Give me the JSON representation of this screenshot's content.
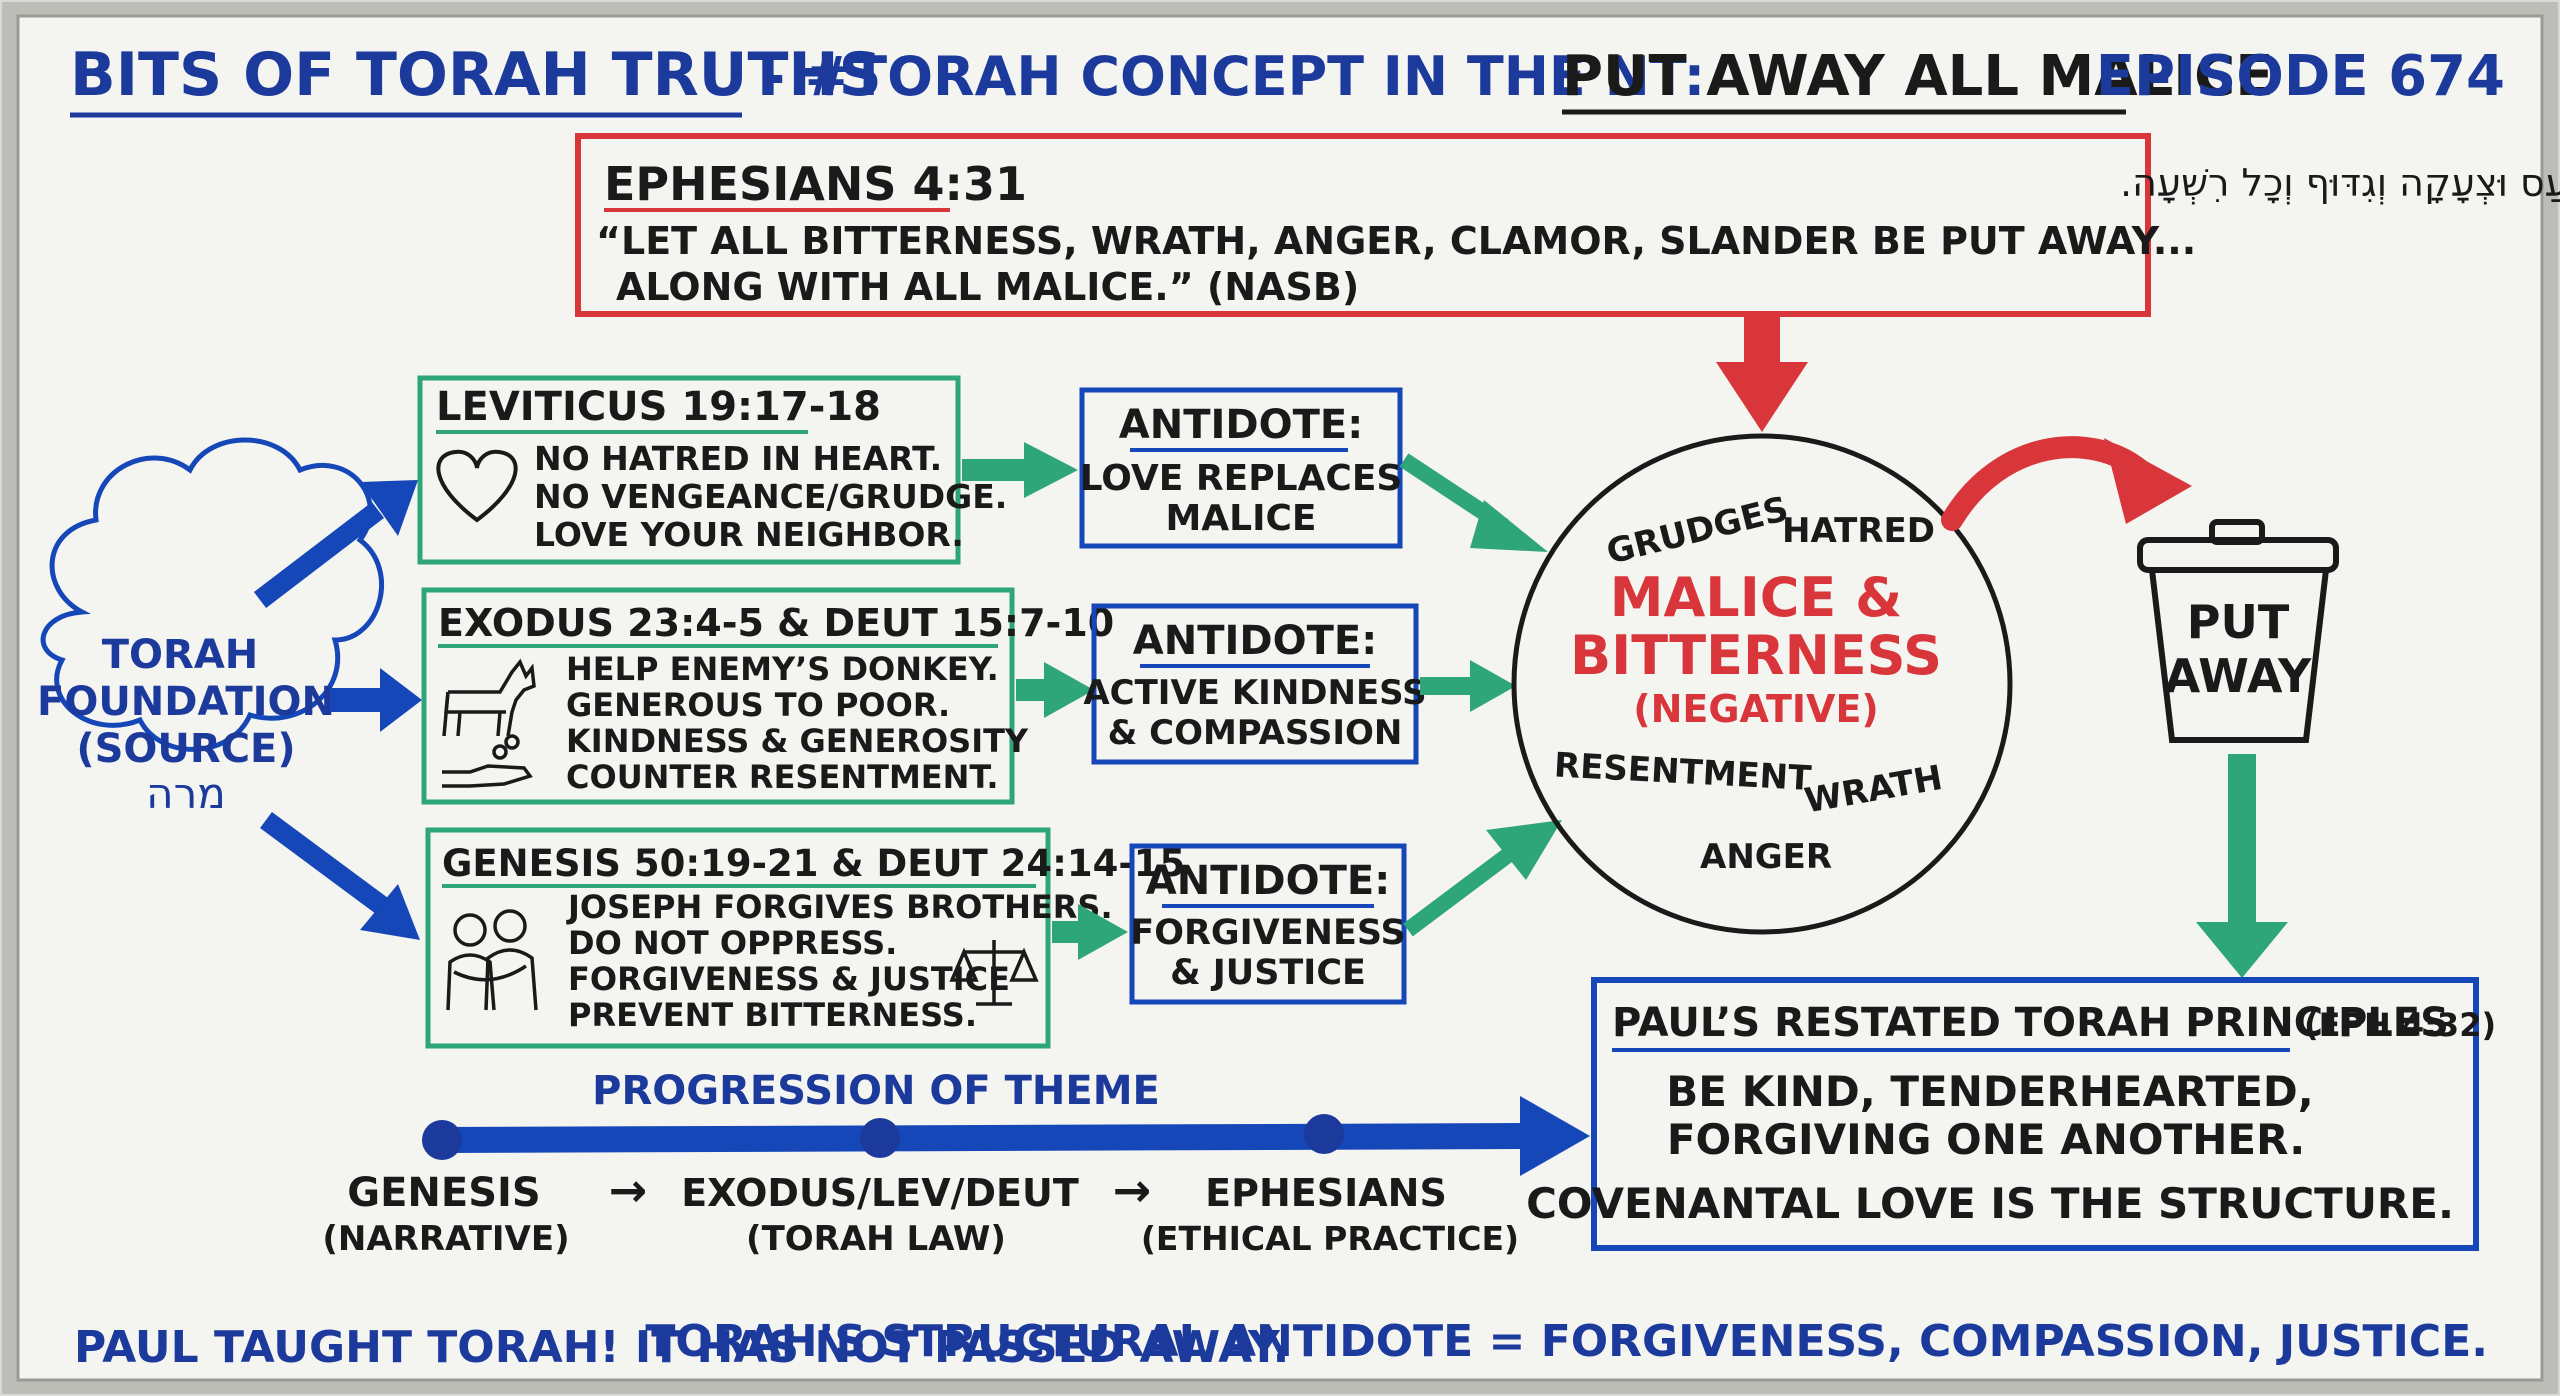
{
  "header": {
    "series": "BITS OF TORAH TRUTHS",
    "dash1": "-",
    "hashtag": "#TORAH CONCEPT IN THE NT:",
    "topic": "PUT AWAY ALL MALICE",
    "dash2": "-",
    "episode": "EPISODE 674"
  },
  "verse": {
    "ref": "EPHESIANS 4:31",
    "hebrew": "הָסִירוּ מִכֶּם כָּל מְרִירוּת וְחֵמָה וְכַעַס וּצְעָקָה וְגִדּוּף וְכָל רִשְׁעָה.",
    "line1": "“LET ALL BITTERNESS, WRATH, ANGER, CLAMOR, SLANDER BE PUT AWAY...",
    "line2": "ALONG WITH ALL MALICE.”  (NASB)"
  },
  "source": {
    "line1": "TORAH",
    "line2": "FOUNDATION",
    "line3": "(SOURCE)",
    "hebrew": "מרה"
  },
  "scriptures": [
    {
      "title": "LEVITICUS 19:17-18",
      "lines": [
        "NO HATRED IN HEART.",
        "NO VENGEANCE/GRUDGE.",
        "LOVE YOUR NEIGHBOR."
      ],
      "icon": "heart-icon"
    },
    {
      "title": "EXODUS 23:4-5 & DEUT 15:7-10",
      "lines": [
        "HELP ENEMY’S DONKEY.",
        "GENEROUS TO POOR.",
        "KINDNESS & GENEROSITY",
        "COUNTER RESENTMENT."
      ],
      "icon": "donkey-icon"
    },
    {
      "title": "GENESIS 50:19-21 & DEUT 24:14-15",
      "lines": [
        "JOSEPH FORGIVES BROTHERS.",
        "DO NOT OPPRESS.",
        "FORGIVENESS & JUSTICE",
        "PREVENT BITTERNESS."
      ],
      "icon": "hug-icon"
    }
  ],
  "antidotes": [
    {
      "label": "ANTIDOTE:",
      "lines": [
        "LOVE REPLACES",
        "MALICE"
      ]
    },
    {
      "label": "ANTIDOTE:",
      "lines": [
        "ACTIVE KINDNESS",
        "& COMPASSION"
      ]
    },
    {
      "label": "ANTIDOTE:",
      "lines": [
        "FORGIVENESS",
        "& JUSTICE"
      ]
    }
  ],
  "malice": {
    "title1": "MALICE &",
    "title2": "BITTERNESS",
    "subtitle": "(NEGATIVE)",
    "words": [
      "GRUDGES",
      "HATRED",
      "RESENTMENT",
      "WRATH",
      "ANGER"
    ]
  },
  "bin": {
    "line1": "PUT",
    "line2": "AWAY"
  },
  "pauls": {
    "title": "PAUL’S RESTATED TORAH PRINCIPLES",
    "ref": "(EPH 4:32)",
    "line1": "BE KIND, TENDERHEARTED,",
    "line2": "FORGIVING ONE ANOTHER.",
    "line3": "COVENANTAL LOVE IS THE STRUCTURE."
  },
  "timeline": {
    "title": "PROGRESSION OF THEME",
    "stages": [
      {
        "name": "GENESIS",
        "sub": "(NARRATIVE)"
      },
      {
        "name": "EXODUS/LEV/DEUT",
        "sub": "(TORAH LAW)"
      },
      {
        "name": "EPHESIANS",
        "sub": "(ETHICAL PRACTICE)"
      }
    ],
    "arrow": "→"
  },
  "footer": {
    "part1": "PAUL TAUGHT TORAH!  IT HAS NOT PASSED AWAY.",
    "part2": "TORAH’S STRUCTURAL ANTIDOTE = FORGIVENESS, COMPASSION, JUSTICE."
  },
  "colors": {
    "blue": "#1b3a9c",
    "arrowBlue": "#1547b8",
    "green": "#2fa57a",
    "red": "#d8363a",
    "black": "#1a1a1a",
    "board": "#f3f3ef"
  }
}
